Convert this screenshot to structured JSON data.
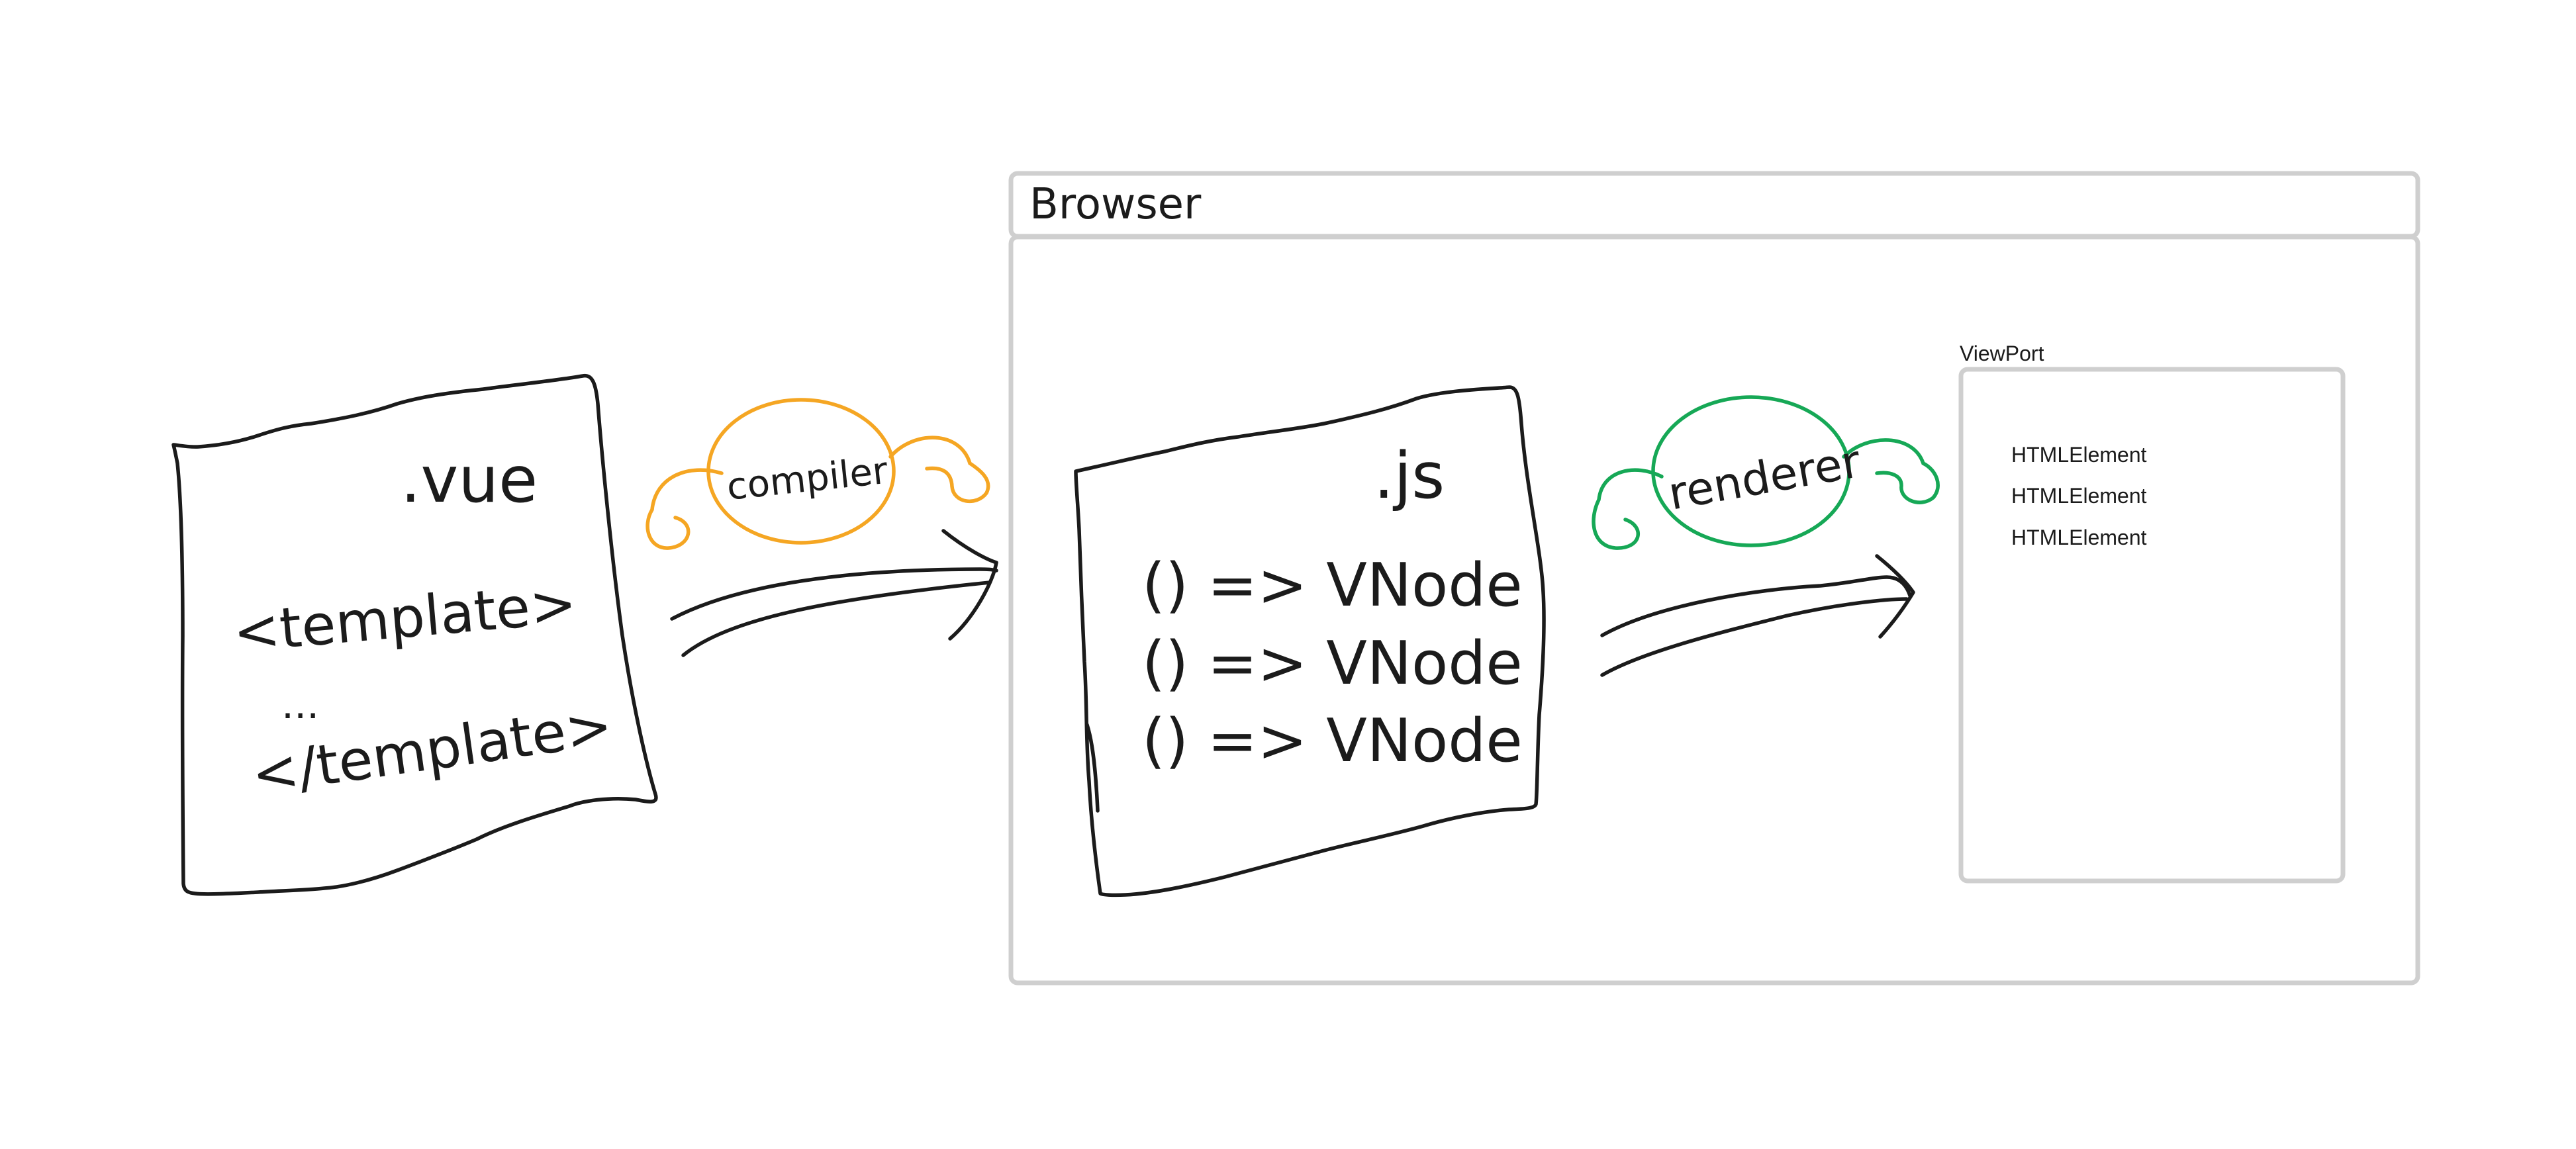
{
  "colors": {
    "ink": "#1b1b1b",
    "frame": "#cfcfcf",
    "compiler": "#f5a623",
    "renderer": "#16a856"
  },
  "vue_file": {
    "extension": ".vue",
    "open_tag": "<template>",
    "ellipsis": "...",
    "close_tag": "</template>"
  },
  "compiler": {
    "label": "compiler"
  },
  "browser": {
    "title": "Browser",
    "js_file": {
      "extension": ".js",
      "lines": [
        "() => VNode",
        "() => VNode",
        "() => VNode"
      ]
    },
    "renderer": {
      "label": "renderer"
    },
    "viewport": {
      "label": "ViewPort",
      "elements": [
        "HTMLElement",
        "HTMLElement",
        "HTMLElement"
      ]
    }
  }
}
